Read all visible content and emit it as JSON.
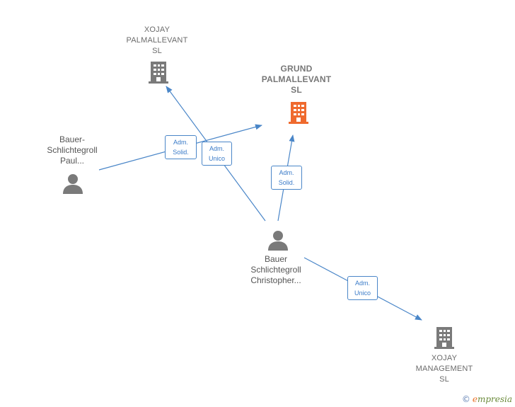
{
  "nodes": {
    "xojay_palmallevant": {
      "lines": [
        "XOJAY",
        "PALMALLEVANT",
        "SL"
      ],
      "type": "company"
    },
    "grund_palmallevant": {
      "lines": [
        "GRUND",
        "PALMALLEVANT",
        "SL"
      ],
      "type": "company",
      "highlight": true
    },
    "xojay_management": {
      "lines": [
        "XOJAY",
        "MANAGEMENT",
        "SL"
      ],
      "type": "company"
    },
    "bauer_paul": {
      "lines": [
        "Bauer-",
        "Schlichtegroll",
        "Paul..."
      ],
      "type": "person"
    },
    "bauer_christopher": {
      "lines": [
        "Bauer",
        "Schlichtegroll",
        "Christopher..."
      ],
      "type": "person"
    }
  },
  "edges": {
    "paul_to_grund": {
      "lines": [
        "Adm.",
        "Solid."
      ]
    },
    "chris_to_xojay_palm": {
      "lines": [
        "Adm.",
        "Unico"
      ]
    },
    "chris_to_grund": {
      "lines": [
        "Adm.",
        "Solid."
      ]
    },
    "chris_to_xojay_mgmt": {
      "lines": [
        "Adm.",
        "Unico"
      ]
    }
  },
  "colors": {
    "company_icon": "#7a7a7a",
    "highlight_icon": "#ef6a2e",
    "person_icon": "#7a7a7a",
    "edge": "#4a86c8"
  },
  "brand": {
    "copyright": "©",
    "initial": "e",
    "rest": "mpresia"
  }
}
